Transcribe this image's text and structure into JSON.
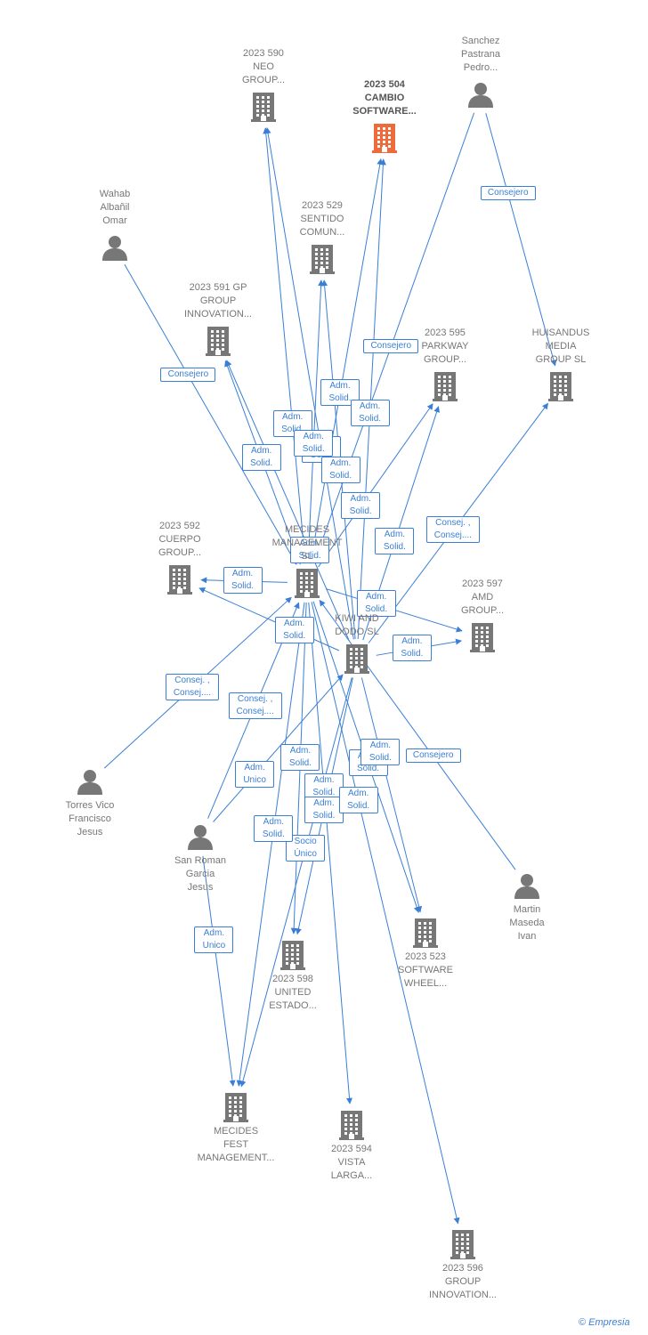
{
  "colors": {
    "edge": "#3a7fd5",
    "node": "#777777",
    "focus_node": "#ef6a3a"
  },
  "nodes": [
    {
      "id": "neo",
      "type": "company",
      "label": "2023 590\nNEO\nGROUP..."
    },
    {
      "id": "cambio",
      "type": "company",
      "label": "2023 504\nCAMBIO\nSOFTWARE...",
      "focus": true
    },
    {
      "id": "sanchez",
      "type": "person",
      "label": "Sanchez\nPastrana\nPedro..."
    },
    {
      "id": "wahab",
      "type": "person",
      "label": "Wahab\nAlbañil\nOmar"
    },
    {
      "id": "sentido",
      "type": "company",
      "label": "2023 529\nSENTIDO\nCOMUN..."
    },
    {
      "id": "gp",
      "type": "company",
      "label": "2023 591 GP\nGROUP\nINNOVATION..."
    },
    {
      "id": "parkway",
      "type": "company",
      "label": "2023 595\nPARKWAY\nGROUP..."
    },
    {
      "id": "huisandus",
      "type": "company",
      "label": "HUISANDUS\nMEDIA\nGROUP  SL"
    },
    {
      "id": "cuerpo",
      "type": "company",
      "label": "2023 592\nCUERPO\nGROUP..."
    },
    {
      "id": "mecides",
      "type": "company",
      "label": "MECIDES\nMANAGEMENT\nSL"
    },
    {
      "id": "amd",
      "type": "company",
      "label": "2023 597\nAMD\nGROUP..."
    },
    {
      "id": "kiwi",
      "type": "company",
      "label": "KIWI AND\nDODO  SL"
    },
    {
      "id": "torres",
      "type": "person",
      "label": "Torres Vico\nFrancisco\nJesus"
    },
    {
      "id": "sanroman",
      "type": "person",
      "label": "San Roman\nGarcia\nJesus"
    },
    {
      "id": "martin",
      "type": "person",
      "label": "Martin\nMaseda\nIvan"
    },
    {
      "id": "software523",
      "type": "company",
      "label": "2023 523\nSOFTWARE\nWHEEL..."
    },
    {
      "id": "united",
      "type": "company",
      "label": "2023 598\nUNITED\nESTADO..."
    },
    {
      "id": "fest",
      "type": "company",
      "label": "MECIDES\nFEST\nMANAGEMENT..."
    },
    {
      "id": "vista",
      "type": "company",
      "label": "2023 594\nVISTA\nLARGA..."
    },
    {
      "id": "innovation596",
      "type": "company",
      "label": "2023 596\nGROUP\nINNOVATION..."
    }
  ],
  "edges": [
    {
      "from": "mecides",
      "to": "neo",
      "label": "Adm.\nSolid."
    },
    {
      "from": "kiwi",
      "to": "neo",
      "label": "Adm.\nSolid."
    },
    {
      "from": "mecides",
      "to": "cambio",
      "label": "Adm.\nSolid."
    },
    {
      "from": "kiwi",
      "to": "cambio",
      "label": "Adm.\nSolid."
    },
    {
      "from": "sanchez",
      "to": "mecides",
      "label": "Consejero"
    },
    {
      "from": "sanchez",
      "to": "huisandus",
      "label": "Consejero"
    },
    {
      "from": "wahab",
      "to": "mecides",
      "label": "Consejero"
    },
    {
      "from": "mecides",
      "to": "sentido",
      "label": "Adm.\nSolid."
    },
    {
      "from": "kiwi",
      "to": "sentido",
      "label": "Adm.\nSolid."
    },
    {
      "from": "mecides",
      "to": "gp",
      "label": "Adm.\nSolid."
    },
    {
      "from": "kiwi",
      "to": "gp",
      "label": "Adm.\nSolid."
    },
    {
      "from": "mecides",
      "to": "parkway",
      "label": "Adm.\nSolid."
    },
    {
      "from": "kiwi",
      "to": "parkway",
      "label": "Adm.\nSolid."
    },
    {
      "from": "kiwi",
      "to": "huisandus",
      "label": "Consej. ,\nConsej...."
    },
    {
      "from": "mecides",
      "to": "cuerpo",
      "label": "Adm.\nSolid."
    },
    {
      "from": "kiwi",
      "to": "cuerpo",
      "label": "Adm.\nSolid."
    },
    {
      "from": "mecides",
      "to": "amd",
      "label": "Adm.\nSolid."
    },
    {
      "from": "kiwi",
      "to": "amd",
      "label": "Adm.\nSolid."
    },
    {
      "from": "torres",
      "to": "mecides",
      "label": "Consej. ,\nConsej...."
    },
    {
      "from": "sanroman",
      "to": "mecides",
      "label": "Consej. ,\nConsej...."
    },
    {
      "from": "sanroman",
      "to": "kiwi",
      "label": "Adm.\nUnico"
    },
    {
      "from": "sanroman",
      "to": "fest",
      "label": "Adm.\nUnico"
    },
    {
      "from": "martin",
      "to": "mecides",
      "label": "Consejero"
    },
    {
      "from": "mecides",
      "to": "united",
      "label": "Adm.\nSolid."
    },
    {
      "from": "mecides",
      "to": "software523",
      "label": "Adm.\nSolid."
    },
    {
      "from": "kiwi",
      "to": "software523",
      "label": "Adm.\nSolid."
    },
    {
      "from": "mecides",
      "to": "vista",
      "label": "Adm.\nSolid."
    },
    {
      "from": "kiwi",
      "to": "fest",
      "label": "Socio\nÚnico"
    },
    {
      "from": "mecides",
      "to": "fest",
      "label": "Adm.\nSolid."
    },
    {
      "from": "kiwi",
      "to": "united",
      "label": "Adm.\nSolid."
    },
    {
      "from": "mecides",
      "to": "innovation596",
      "label": "Adm.\nSolid."
    }
  ],
  "brand": "Empresia",
  "brand_symbol": "©"
}
